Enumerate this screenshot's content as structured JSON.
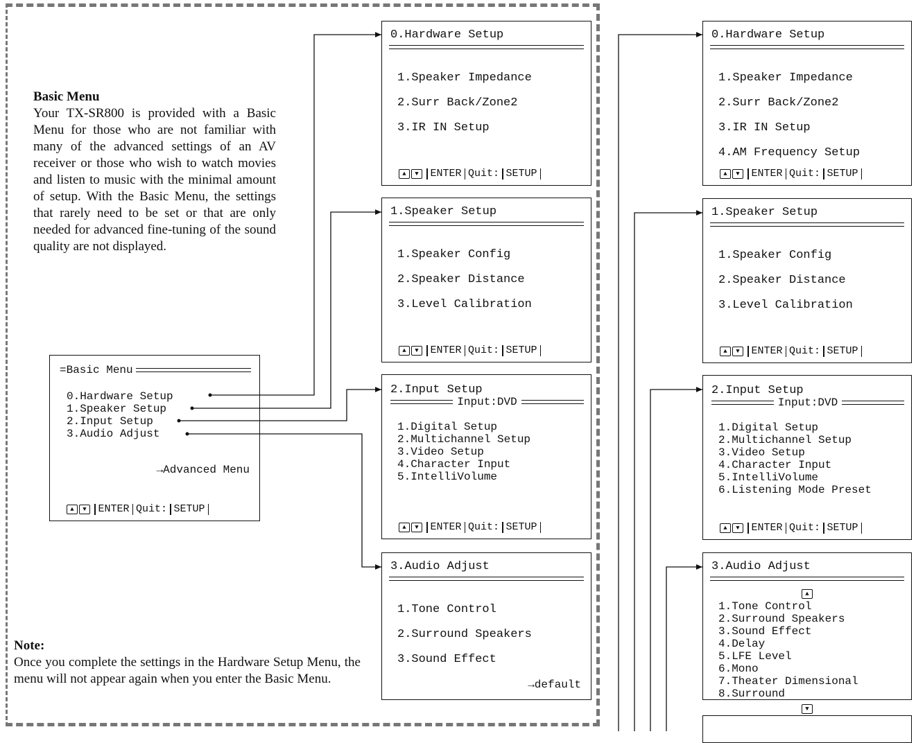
{
  "basic_menu_desc": {
    "heading": "Basic Menu",
    "body": "Your TX-SR800 is provided with a Basic Menu for those who are not familiar with many of the advanced settings of an AV receiver or those who wish to watch movies and listen to music with the minimal amount of setup. With the Basic Menu, the settings that rarely need to be set or that are only needed for advanced fine-tuning of the sound quality are not displayed."
  },
  "note": {
    "heading": "Note:",
    "body": "Once you complete the settings in the Hardware Setup Menu, the menu will not appear again when you enter the Basic Menu."
  },
  "footer": {
    "enter": "ENTER",
    "quit": "Quit:",
    "setup": "SETUP"
  },
  "basic_menu": {
    "title": "=Basic Menu",
    "items": [
      "0.Hardware Setup",
      "1.Speaker Setup",
      "2.Input Setup",
      "3.Audio Adjust"
    ],
    "advanced": "→Advanced Menu"
  },
  "basic_screens": {
    "hardware": {
      "title": "0.Hardware Setup",
      "items": [
        "1.Speaker Impedance",
        "2.Surr Back/Zone2",
        "3.IR IN Setup"
      ]
    },
    "speaker": {
      "title": "1.Speaker Setup",
      "items": [
        "1.Speaker Config",
        "2.Speaker Distance",
        "3.Level Calibration"
      ]
    },
    "input": {
      "title": "2.Input Setup",
      "subtitle": "Input:DVD",
      "items": [
        "1.Digital Setup",
        "2.Multichannel Setup",
        "3.Video Setup",
        "4.Character Input",
        "5.IntelliVolume"
      ]
    },
    "audio": {
      "title": "3.Audio Adjust",
      "items": [
        "1.Tone Control",
        "2.Surround Speakers",
        "3.Sound Effect"
      ],
      "default_link": "→default"
    }
  },
  "advanced_screens": {
    "hardware": {
      "title": "0.Hardware Setup",
      "items": [
        "1.Speaker Impedance",
        "2.Surr Back/Zone2",
        "3.IR IN Setup",
        "4.AM Frequency Setup"
      ]
    },
    "speaker": {
      "title": "1.Speaker Setup",
      "items": [
        "1.Speaker Config",
        "2.Speaker Distance",
        "3.Level Calibration"
      ]
    },
    "input": {
      "title": "2.Input Setup",
      "subtitle": "Input:DVD",
      "items": [
        "1.Digital Setup",
        "2.Multichannel Setup",
        "3.Video Setup",
        "4.Character Input",
        "5.IntelliVolume",
        "6.Listening Mode Preset"
      ]
    },
    "audio": {
      "title": "3.Audio Adjust",
      "items": [
        "1.Tone Control",
        "2.Surround Speakers",
        "3.Sound Effect",
        "4.Delay",
        "5.LFE Level",
        "6.Mono",
        "7.Theater Dimensional",
        "8.Surround"
      ]
    }
  }
}
